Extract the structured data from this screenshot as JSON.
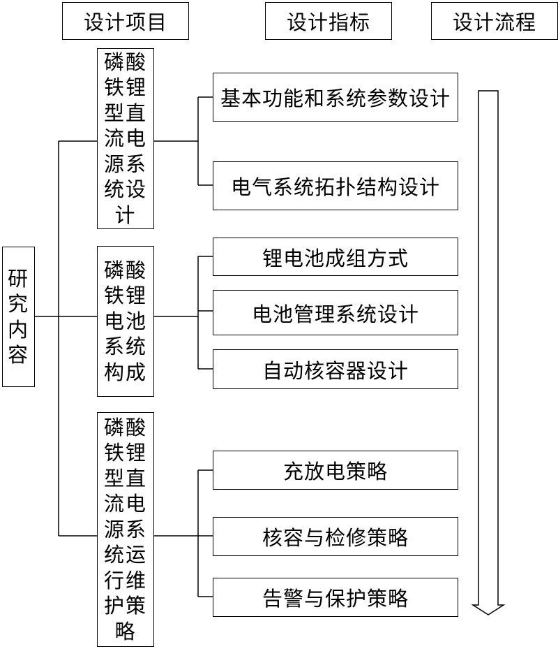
{
  "headers": [
    "设计项目",
    "设计指标",
    "设计流程"
  ],
  "root": {
    "lines": [
      "研",
      "究",
      "内",
      "容"
    ]
  },
  "groups": [
    {
      "lines": [
        "磷酸",
        "铁锂",
        "型直",
        "流电",
        "源系",
        "统设",
        "计"
      ],
      "items": [
        "基本功能和系统参数设计",
        "电气系统拓扑结构设计"
      ]
    },
    {
      "lines": [
        "磷酸",
        "铁锂",
        "电池",
        "系统",
        "构成"
      ],
      "items": [
        "锂电池成组方式",
        "电池管理系统设计",
        "自动核容器设计"
      ]
    },
    {
      "lines": [
        "磷酸",
        "铁锂",
        "型直",
        "流电",
        "源系",
        "统运",
        "行维",
        "护策",
        "略"
      ],
      "items": [
        "充放电策略",
        "核容与检修策略",
        "告警与保护策略"
      ]
    }
  ]
}
